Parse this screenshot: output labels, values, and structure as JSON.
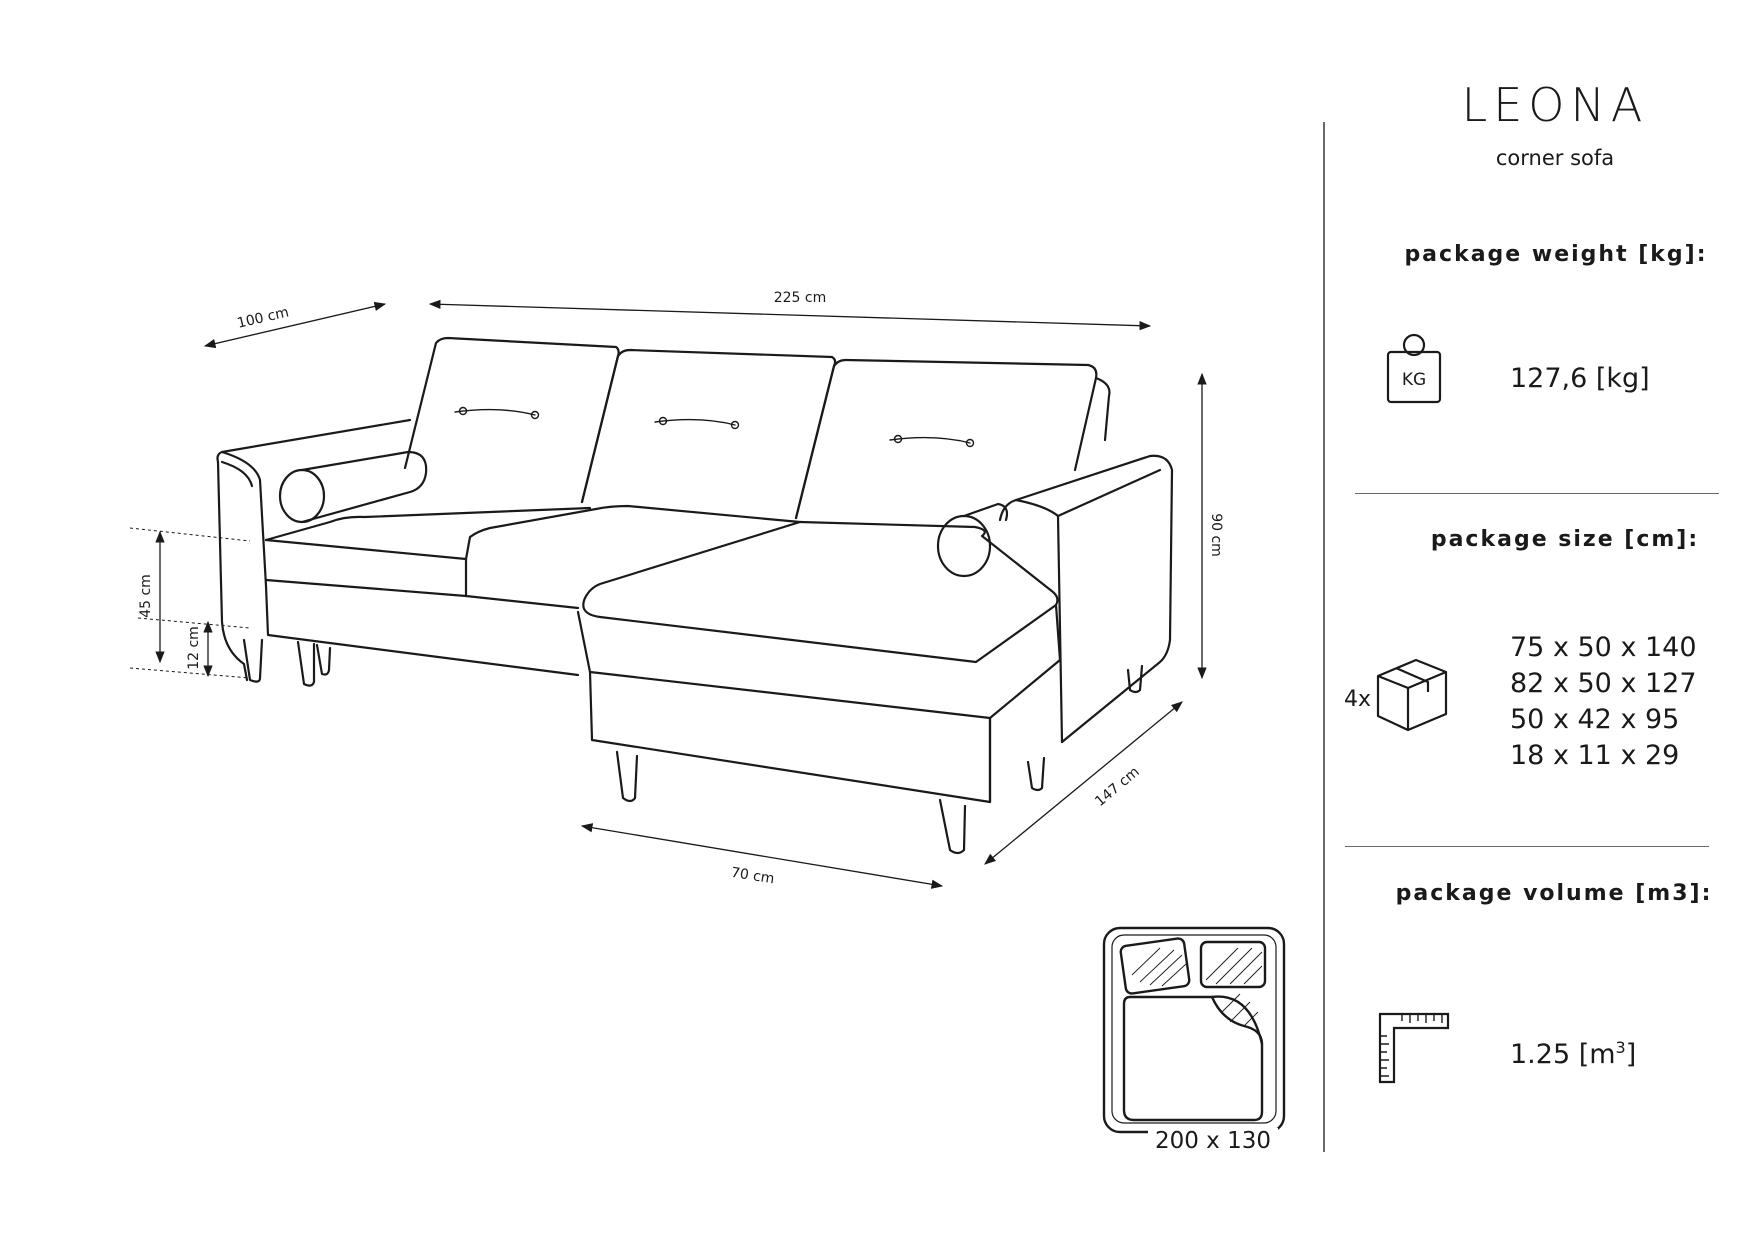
{
  "product": {
    "name": "LEONA",
    "type": "corner sofa"
  },
  "dimensions": {
    "depth": "100 cm",
    "width": "225 cm",
    "height": "90 cm",
    "seat_height": "45 cm",
    "leg_height": "12 cm",
    "chaise_width": "70 cm",
    "chaise_length": "147 cm"
  },
  "package_weight": {
    "title": "package weight [kg]:",
    "icon": "weight-icon",
    "icon_text": "KG",
    "value": "127,6 [kg]"
  },
  "package_size": {
    "title": "package size [cm]:",
    "icon": "box-icon",
    "quantity": "4x",
    "boxes": [
      "75 x 50 x 140",
      "82 x 50 x 127",
      "50 x 42 x 95",
      "18 x 11 x 29"
    ]
  },
  "package_volume": {
    "title": "package volume [m3]:",
    "icon": "ruler-icon",
    "value": "1.25 [m",
    "unit_sup": "3",
    "value_end": "]"
  },
  "bed_area": {
    "icon": "bed-layout-icon",
    "label": "200 x 130"
  }
}
